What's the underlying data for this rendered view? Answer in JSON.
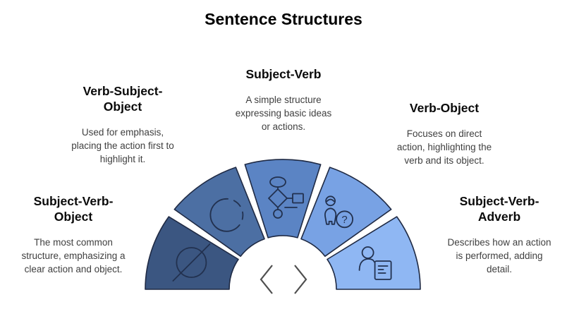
{
  "title": "Sentence Structures",
  "segments": [
    {
      "id": "subject-verb-object",
      "label_lines": [
        "Subject-Verb-",
        "Object"
      ],
      "description_lines": [
        "The most common",
        "structure, emphasizing a",
        "clear action and object."
      ],
      "color": "#3b5681",
      "icon": "circle-slash-icon"
    },
    {
      "id": "verb-subject-object",
      "label_lines": [
        "Verb-Subject-",
        "Object"
      ],
      "description_lines": [
        "Used for emphasis,",
        "placing the action first to",
        "highlight it."
      ],
      "color": "#4c6fa3",
      "icon": "dashed-circle-icon"
    },
    {
      "id": "subject-verb",
      "label_lines": [
        "Subject-Verb"
      ],
      "description_lines": [
        "A simple structure",
        "expressing basic ideas",
        "or actions."
      ],
      "color": "#5b84c4",
      "icon": "flowchart-icon"
    },
    {
      "id": "verb-object",
      "label_lines": [
        "Verb-Object"
      ],
      "description_lines": [
        "Focuses on direct",
        "action, highlighting the",
        "verb and its object."
      ],
      "color": "#78a2e4",
      "icon": "person-question-icon"
    },
    {
      "id": "subject-verb-adverb",
      "label_lines": [
        "Subject-Verb-",
        "Adverb"
      ],
      "description_lines": [
        "Describes how an action",
        "is performed, adding",
        "detail."
      ],
      "color": "#8fb7f3",
      "icon": "person-document-icon"
    }
  ],
  "nav": {
    "prev_icon": "chevron-left-icon",
    "next_icon": "chevron-right-icon"
  },
  "colors": {
    "background": "#ffffff",
    "wedge_outline": "#1f2a44",
    "icon_stroke": "#22314f",
    "chevron": "#4f4f4f",
    "title_text": "#000000",
    "heading_text": "#0a0a0a",
    "description_text": "#3f3f3f"
  }
}
